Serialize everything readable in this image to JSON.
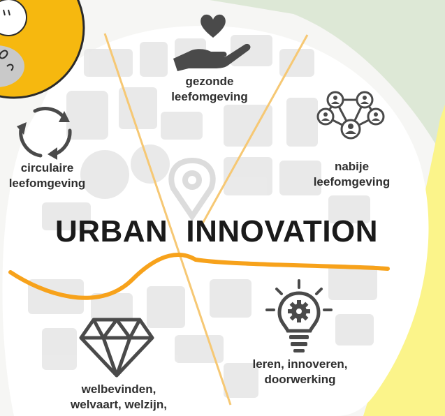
{
  "title": {
    "word1": "URBAN",
    "word2": "INNOVATION"
  },
  "themes": {
    "gezonde": {
      "line1": "gezonde",
      "line2": "leefomgeving",
      "icon": "heart-in-hand-icon"
    },
    "circulaire": {
      "line1": "circulaire",
      "line2": "leefomgeving",
      "icon": "recycle-arrows-icon"
    },
    "nabije": {
      "line1": "nabije",
      "line2": "leefomgeving",
      "icon": "people-network-icon"
    },
    "welbevinden": {
      "line1": "welbevinden,",
      "line2": "welvaart, welzijn,",
      "icon": "diamond-icon"
    },
    "leren": {
      "line1": "leren, innoveren,",
      "line2": "doorwerking",
      "icon": "lightbulb-gear-icon"
    }
  },
  "colors": {
    "green_bg": "#dde8d6",
    "yellow_band": "#fbf48a",
    "yellow_mascot": "#f6b80f",
    "orange_line": "#f7a21b",
    "light_orange_line": "#f6c874",
    "map_gray": "#e2e2e2",
    "icon_dark": "#4a4a4a",
    "text_dark": "#1a1a1a"
  }
}
